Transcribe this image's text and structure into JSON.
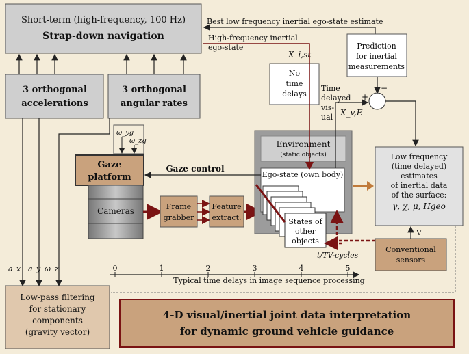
{
  "blocks": {
    "strapdown_line1": "Short-term (high-frequency, 100 Hz)",
    "strapdown_line2": "Strap-down navigation",
    "accel_line1": "3 orthogonal",
    "accel_line2": "accelerations",
    "rates_line1": "3 orthogonal",
    "rates_line2": "angular rates",
    "gaze_line1": "Gaze",
    "gaze_line2": "platform",
    "cameras": "Cameras",
    "frame_line1": "Frame",
    "frame_line2": "grabber",
    "feature_line1": "Feature",
    "feature_line2": "extract.",
    "env_line1": "Environment",
    "env_line2": "(static objects)",
    "ego_state": "Ego-state (own body)",
    "states_line1": "States of",
    "states_line2": "other",
    "states_line3": "objects",
    "no_delay_line1": "No",
    "no_delay_line2": "time",
    "no_delay_line3": "delays",
    "prediction_line1": "Prediction",
    "prediction_line2": "for inertial",
    "prediction_line3": "measurements",
    "lowfreq_line1": "Low frequency",
    "lowfreq_line2": "(time delayed)",
    "lowfreq_line3": "estimates",
    "lowfreq_line4": "of inertial data",
    "lowfreq_line5": "of the surface:",
    "lowfreq_line6": "γ, χ, μ, Hgeo",
    "conv_line1": "Conventional",
    "conv_line2": "sensors",
    "lowpass_line1": "Low-pass filtering",
    "lowpass_line2": "for stationary",
    "lowpass_line3": "components",
    "lowpass_line4": "(gravity vector)",
    "title_line1": "4-D visual/inertial joint data interpretation",
    "title_line2": "for dynamic ground vehicle guidance"
  },
  "labels": {
    "best_low_freq": "Best low frequency inertial ego-state estimate",
    "high_freq_line1": "High-frequency inertial",
    "high_freq_line2": "ego-state",
    "x_ist": "X_i,st",
    "time_delayed_line1": "Time",
    "time_delayed_line2": "delayed",
    "time_delayed_line3": "vis-",
    "time_delayed_line4": "ual",
    "x_ve": "X_v,E",
    "gaze_control": "Gaze control",
    "omega_yg": "ω_yg",
    "omega_zg": "ω_zg",
    "a_x": "a_x",
    "a_y": "a_y",
    "omega_z": "ω_z",
    "plus": "+",
    "minus": "−",
    "v": "V",
    "tv_cycles": "t/TV-cycles",
    "axis_caption": "Typical time delays in image sequence processing"
  },
  "timeline": {
    "ticks": [
      "0",
      "1",
      "2",
      "3",
      "4",
      "5"
    ]
  },
  "colors": {
    "background": "#f4ecd9",
    "gray_block": "#cfcfcf",
    "brown_block": "#c9a27d",
    "dark_red": "#7a1313",
    "orange_arrow": "#c07a3a"
  }
}
